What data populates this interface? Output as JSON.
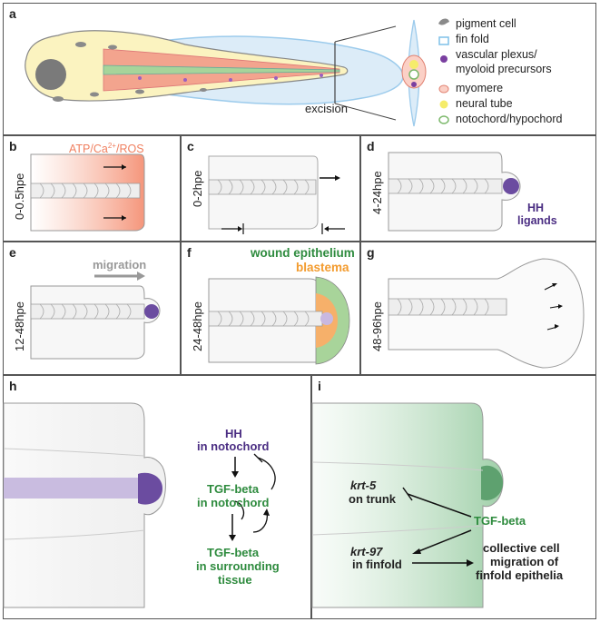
{
  "panels": {
    "a": {
      "label": "a",
      "excision": "excision",
      "legend": [
        {
          "label": "pigment cell",
          "color": "#8a8a8a",
          "icon": "pigment-cell-icon"
        },
        {
          "label": "fin fold",
          "color": "#7fc0e8",
          "icon": "fin-fold-icon"
        },
        {
          "label": "vascular plexus/",
          "color": "#7a3fa0",
          "icon": "vascular-plexus-icon"
        },
        {
          "label": "myoloid precursors",
          "color": "#7a3fa0",
          "icon": ""
        },
        {
          "label": "myomere",
          "color": "#f08080",
          "icon": "myomere-icon"
        },
        {
          "label": "neural tube",
          "color": "#f5ec6a",
          "icon": "neural-tube-icon"
        },
        {
          "label": "notochord/hypochord",
          "color": "#7bb86a",
          "icon": "notochord-icon"
        }
      ]
    },
    "b": {
      "label": "b",
      "time": "0-0.5hpe",
      "signal_prefix": "ATP/Ca",
      "signal_sup": "2+",
      "signal_suffix": "/ROS",
      "signal_color": "#f08060"
    },
    "c": {
      "label": "c",
      "time": "0-2hpe"
    },
    "d": {
      "label": "d",
      "time": "4-24hpe",
      "hh1": "HH",
      "hh2": "ligands",
      "hh_color": "#4b2e83"
    },
    "e": {
      "label": "e",
      "time": "12-48hpe",
      "migration": "migration"
    },
    "f": {
      "label": "f",
      "time": "24-48hpe",
      "wound": "wound epithelium",
      "blastema": "blastema",
      "wound_color": "#2e8b3e",
      "blastema_color": "#f39b2e"
    },
    "g": {
      "label": "g",
      "time": "48-96hpe"
    },
    "h": {
      "label": "h",
      "hh_line1": "HH",
      "hh_line2": "in notochord",
      "tgf1_line1": "TGF-beta",
      "tgf1_line2": "in notochord",
      "tgf2_line1": "TGF-beta",
      "tgf2_line2": "in surrounding",
      "tgf2_line3": "tissue",
      "purple": "#4b2e83",
      "green": "#2e8b3e"
    },
    "i": {
      "label": "i",
      "krt5": "krt-5",
      "krt5_suffix": "on trunk",
      "tgf": "TGF-beta",
      "krt97": "krt-97",
      "krt97_suffix": "in finfold",
      "collective1": "collective cell",
      "collective2": "migration of",
      "collective3": "finfold epithelia"
    }
  }
}
